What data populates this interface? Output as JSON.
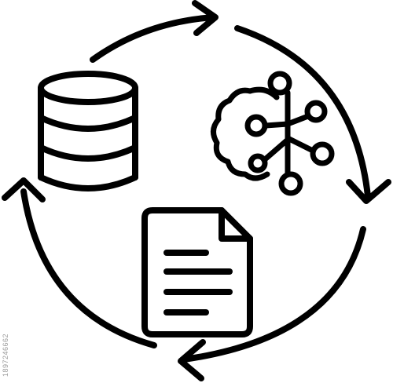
{
  "diagram": {
    "stroke_color": "#000000",
    "background_color": "#ffffff",
    "cycle": {
      "direction": "clockwise",
      "arrow_count": 4
    },
    "nodes": [
      {
        "id": "database",
        "icon": "database-icon"
      },
      {
        "id": "ai-brain",
        "icon": "brain-network-icon"
      },
      {
        "id": "document",
        "icon": "document-icon"
      }
    ]
  },
  "watermark": {
    "stock_id": "1897246662",
    "color": "#9a9a9a"
  }
}
